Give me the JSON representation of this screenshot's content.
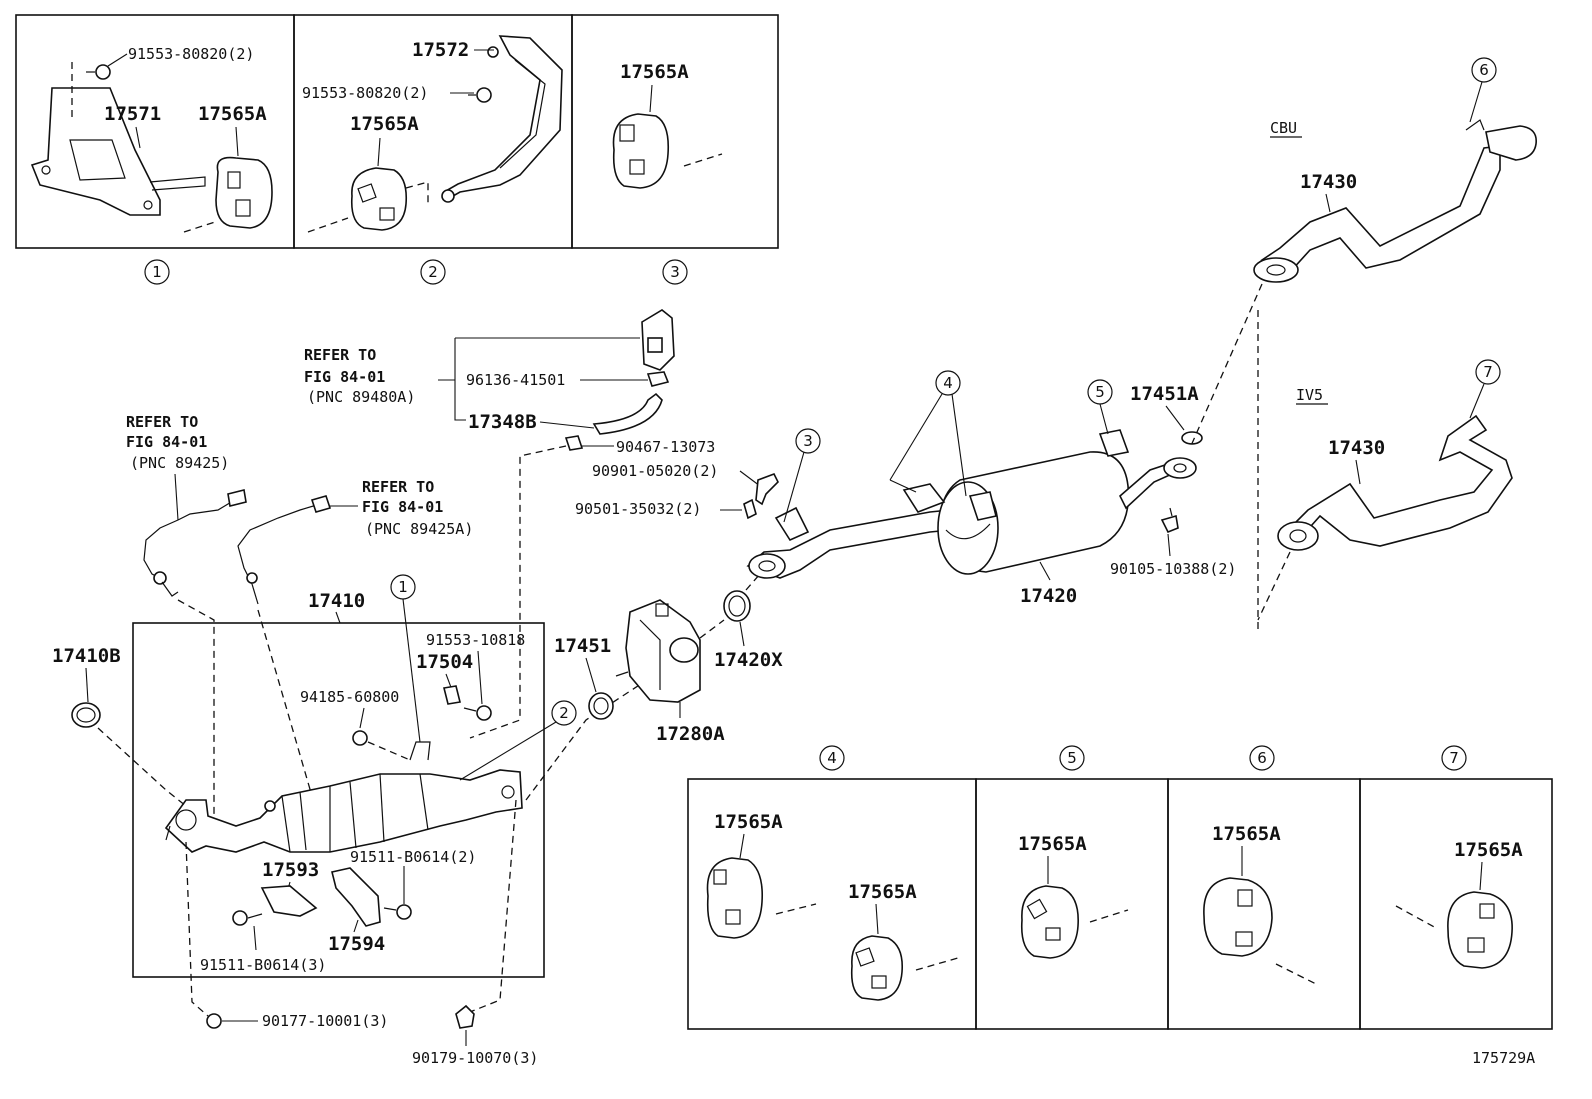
{
  "diagram_id": "175729A",
  "variants": {
    "cbu": "CBU",
    "iv5": "IV5"
  },
  "refer_notes": [
    {
      "line1": "REFER TO",
      "line2": "FIG 84-01",
      "line3": "(PNC 89480A)"
    },
    {
      "line1": "REFER TO",
      "line2": "FIG 84-01",
      "line3": "(PNC 89425)"
    },
    {
      "line1": "REFER TO",
      "line2": "FIG 84-01",
      "line3": "(PNC 89425A)"
    }
  ],
  "callouts": [
    "1",
    "2",
    "3",
    "4",
    "5",
    "6",
    "7"
  ],
  "parts": {
    "p17571": "17571",
    "p17572": "17572",
    "p17565A": "17565A",
    "p91553_80820": "91553-80820(2)",
    "p96136_41501": "96136-41501",
    "p17348B": "17348B",
    "p90467_13073": "90467-13073",
    "p90901_05020": "90901-05020(2)",
    "p90501_35032": "90501-35032(2)",
    "p17410": "17410",
    "p17410B": "17410B",
    "p91553_10818": "91553-10818",
    "p17504": "17504",
    "p94185_60800": "94185-60800",
    "p17451": "17451",
    "p17420X": "17420X",
    "p17280A": "17280A",
    "p17420": "17420",
    "p17451A": "17451A",
    "p90105_10388": "90105-10388(2)",
    "p17430": "17430",
    "p17593": "17593",
    "p91511_B0614_2": "91511-B0614(2)",
    "p17594": "17594",
    "p91511_B0614_3": "91511-B0614(3)",
    "p90177_10001": "90177-10001(3)",
    "p90179_10070": "90179-10070(3)"
  }
}
